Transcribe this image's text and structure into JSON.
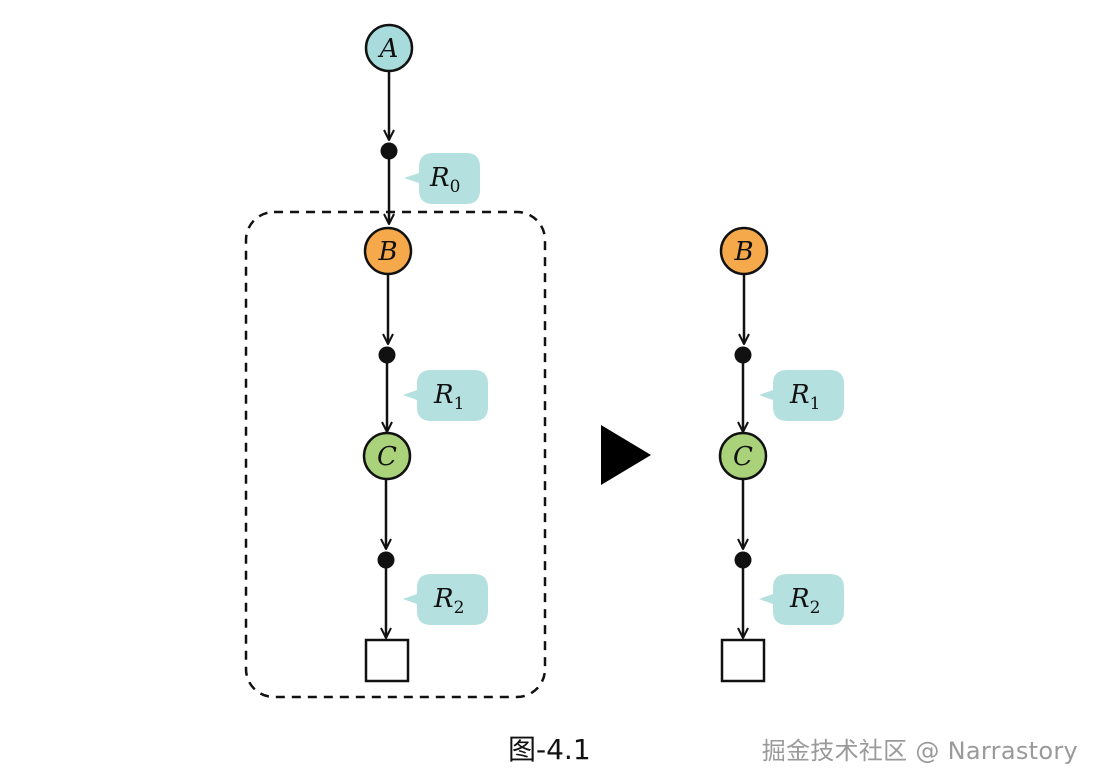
{
  "colors": {
    "node_a": "#a8dcdc",
    "node_b": "#f5a94a",
    "node_c": "#a9d27a",
    "badge": "#b4e0df",
    "stroke": "#111111"
  },
  "left_graph": {
    "nodes": {
      "a": "A",
      "b": "B",
      "c": "C"
    },
    "rules": {
      "r0": {
        "letter": "R",
        "sub": "0"
      },
      "r1": {
        "letter": "R",
        "sub": "1"
      },
      "r2": {
        "letter": "R",
        "sub": "2"
      }
    }
  },
  "right_graph": {
    "nodes": {
      "b": "B",
      "c": "C"
    },
    "rules": {
      "r1": {
        "letter": "R",
        "sub": "1"
      },
      "r2": {
        "letter": "R",
        "sub": "2"
      }
    }
  },
  "caption": "图-4.1",
  "watermark": "掘金技术社区 @ Narrastory"
}
